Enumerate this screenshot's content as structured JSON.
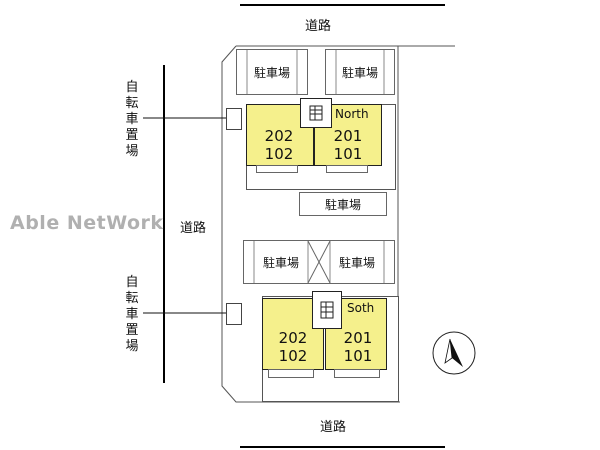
{
  "roads": {
    "top": "道路",
    "left": "道路",
    "bottom": "道路"
  },
  "bicycle_parking": {
    "upper": [
      "自",
      "転",
      "車",
      "置",
      "場"
    ],
    "lower": [
      "自",
      "転",
      "車",
      "置",
      "場"
    ]
  },
  "parking_label": "駐車場",
  "buildings": {
    "north": {
      "name": "North",
      "units_left": [
        "202",
        "102"
      ],
      "units_right": [
        "201",
        "101"
      ]
    },
    "south": {
      "name": "Soth",
      "units_left": [
        "202",
        "102"
      ],
      "units_right": [
        "201",
        "101"
      ]
    }
  },
  "watermark": "Able NetWork",
  "compass_icon": "north-arrow-icon",
  "colors": {
    "unit_fill": "#f5f08c",
    "line": "#000000"
  }
}
